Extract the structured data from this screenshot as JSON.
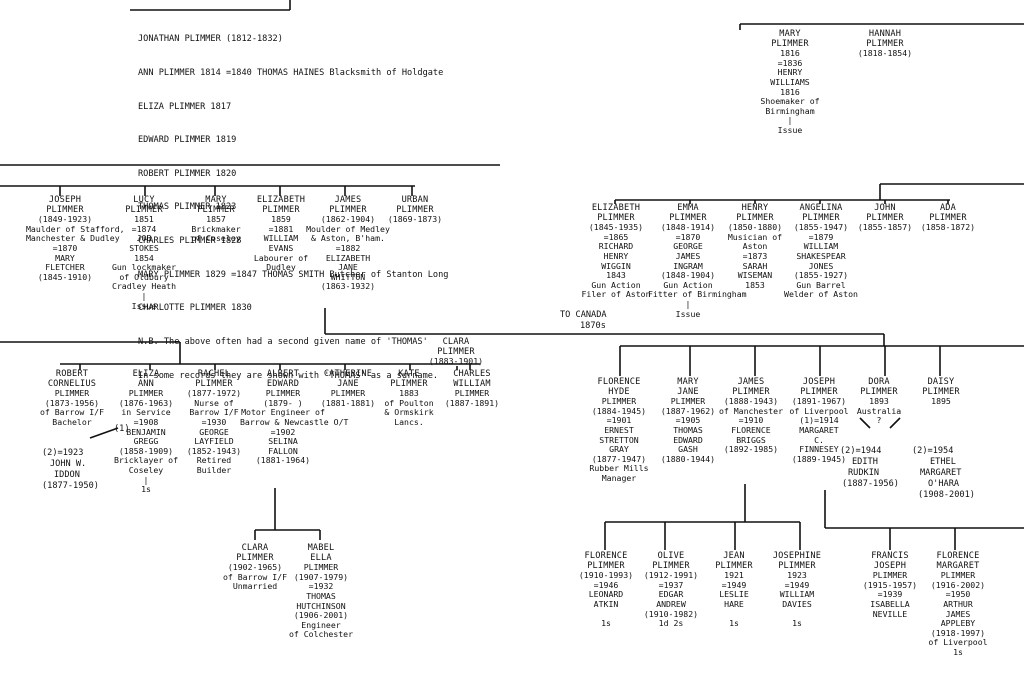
{
  "notes": {
    "lines": [
      "JONATHAN PLIMMER (1812-1832)",
      "ANN PLIMMER 1814 =1840 THOMAS HAINES Blacksmith of Holdgate",
      "ELIZA PLIMMER 1817",
      "EDWARD PLIMMER 1819",
      "ROBERT PLIMMER 1820",
      "THOMAS PLIMMER 1823",
      "CHARLES PLIMMER 1828",
      "MARY PLIMMER 1829 =1847 THOMAS SMITH Butcher of Stanton Long",
      "CHARLOTTE PLIMMER 1830",
      "N.B. The above often had a second given name of 'THOMAS'",
      "     In some records they are shown with 'THOMAS' as a surname."
    ]
  },
  "people": [
    {
      "id": "mary-1816",
      "lines": [
        "MARY",
        "PLIMMER",
        "1816",
        "=1836",
        "HENRY",
        "WILLIAMS",
        "1816",
        "Shoemaker of",
        "Birmingham",
        "|",
        "Issue"
      ]
    },
    {
      "id": "hannah",
      "lines": [
        "HANNAH",
        "PLIMMER",
        "(1818-1854)"
      ]
    },
    {
      "id": "joseph-1849",
      "lines": [
        "JOSEPH",
        "PLIMMER",
        "(1849-1923)",
        "Maulder of Stafford,",
        "Manchester & Dudley",
        "=1870",
        "MARY",
        "FLETCHER",
        "(1845-1910)"
      ]
    },
    {
      "id": "lucy",
      "lines": [
        "LUCY",
        "PLIMMER",
        "1851",
        "=1874",
        "JOB",
        "STOKES",
        "1854",
        "Gun lockmaker",
        "of Oldbury",
        "Cradley Heath",
        "|",
        "Issue"
      ]
    },
    {
      "id": "mary-1857",
      "lines": [
        "MARY",
        "PLIMMER",
        "1857",
        "Brickmaker",
        "of Coseley"
      ]
    },
    {
      "id": "elizabeth-1859",
      "lines": [
        "ELIZABETH",
        "PLIMMER",
        "1859",
        "=1881",
        "WILLIAM",
        "EVANS",
        "Labourer of",
        "Dudley"
      ]
    },
    {
      "id": "james-1862",
      "lines": [
        "JAMES",
        "PLIMMER",
        "(1862-1904)",
        "Moulder of Medley",
        "& Aston, B'ham.",
        "=1882",
        "ELIZABETH",
        "JANE",
        "WHITTON",
        "(1863-1932)"
      ]
    },
    {
      "id": "urban",
      "lines": [
        "URBAN",
        "PLIMMER",
        "(1869-1873)"
      ]
    },
    {
      "id": "elizabeth-1845",
      "lines": [
        "ELIZABETH",
        "PLIMMER",
        "(1845-1935)",
        "=1865",
        "RICHARD",
        "HENRY",
        "WIGGIN",
        "1843",
        "Gun Action",
        "Filer of Aston"
      ]
    },
    {
      "id": "emma",
      "lines": [
        "EMMA",
        "PLIMMER",
        "(1848-1914)",
        "=1870",
        "GEORGE",
        "JAMES",
        "INGRAM",
        "(1848-1904)",
        "Gun Action",
        "Fitter of Birmingham",
        "|",
        "Issue"
      ]
    },
    {
      "id": "henry",
      "lines": [
        "HENRY",
        "PLIMMER",
        "(1850-1880)",
        "Musician of",
        "Aston",
        "=1873",
        "SARAH",
        "WISEMAN",
        "1853"
      ]
    },
    {
      "id": "angelina",
      "lines": [
        "ANGELINA",
        "PLIMMER",
        "(1855-1947)",
        "=1879",
        "WILLIAM",
        "SHAKESPEAR",
        "JONES",
        "(1855-1927)",
        "Gun Barrel",
        "Welder of Aston"
      ]
    },
    {
      "id": "john",
      "lines": [
        "JOHN",
        "PLIMMER",
        "(1855-1857)"
      ]
    },
    {
      "id": "ada",
      "lines": [
        "ADA",
        "PLIMMER",
        "(1858-1872)"
      ]
    },
    {
      "id": "clara-1883",
      "lines": [
        "CLARA",
        "PLIMMER",
        "(1883-1901)"
      ]
    },
    {
      "id": "robert",
      "lines": [
        "ROBERT",
        "CORNELIUS",
        "PLIMMER",
        "(1873-1956)",
        "of Barrow I/F",
        "Bachelor"
      ]
    },
    {
      "id": "eliza-ann",
      "lines": [
        "ELIZA",
        "ANN",
        "PLIMMER",
        "(1876-1963)",
        "in Service",
        "=1908",
        "BENJAMIN",
        "GREGG",
        "(1858-1909)",
        "Bricklayer of",
        "Coseley",
        "|",
        "1s"
      ]
    },
    {
      "id": "rachel",
      "lines": [
        "RACHEL",
        "PLIMMER",
        "(1877-1972)",
        "Nurse of",
        "Barrow I/F",
        "=1930",
        "GEORGE",
        "LAYFIELD",
        "(1852-1943)",
        "Retired",
        "Builder"
      ]
    },
    {
      "id": "albert",
      "lines": [
        "ALBERT",
        "EDWARD",
        "PLIMMER",
        "(1879-  )",
        "Motor Engineer of",
        "Barrow & Newcastle O/T",
        "=1902",
        "SELINA",
        "FALLON",
        "(1881-1964)"
      ]
    },
    {
      "id": "catherine",
      "lines": [
        "CATHERINE",
        "JANE",
        "PLIMMER",
        "(1881-1881)"
      ]
    },
    {
      "id": "kate",
      "lines": [
        "KATE",
        "PLIMMER",
        "1883",
        "of Poulton",
        "& Ormskirk",
        "Lancs."
      ]
    },
    {
      "id": "charles-william",
      "lines": [
        "CHARLES",
        "WILLIAM",
        "PLIMMER",
        "(1887-1891)"
      ]
    },
    {
      "id": "florence-hyde",
      "lines": [
        "FLORENCE",
        "HYDE",
        "PLIMMER",
        "(1884-1945)",
        "=1901",
        "ERNEST",
        "STRETTON",
        "GRAY",
        "(1877-1947)",
        "Rubber Mills",
        "Manager"
      ]
    },
    {
      "id": "mary-jane",
      "lines": [
        "MARY",
        "JANE",
        "PLIMMER",
        "(1887-1962)",
        "=1905",
        "THOMAS",
        "EDWARD",
        "GASH",
        "(1880-1944)"
      ]
    },
    {
      "id": "james-1888",
      "lines": [
        "JAMES",
        "PLIMMER",
        "(1888-1943)",
        "of Manchester",
        "=1910",
        "FLORENCE",
        "BRIGGS",
        "(1892-1985)"
      ]
    },
    {
      "id": "joseph-1891",
      "lines": [
        "JOSEPH",
        "PLIMMER",
        "(1891-1967)",
        "of Liverpool",
        "(1)=1914",
        "MARGARET",
        "C.",
        "FINNESEY",
        "(1889-1945)"
      ]
    },
    {
      "id": "dora",
      "lines": [
        "DORA",
        "PLIMMER",
        "1893",
        "Australia",
        "?"
      ]
    },
    {
      "id": "daisy",
      "lines": [
        "DAISY",
        "PLIMMER",
        "1895"
      ]
    },
    {
      "id": "clara-1902",
      "lines": [
        "CLARA",
        "PLIMMER",
        "(1902-1965)",
        "of Barrow I/F",
        "Unmarried"
      ]
    },
    {
      "id": "mabel",
      "lines": [
        "MABEL",
        "ELLA",
        "PLIMMER",
        "(1907-1979)",
        "=1932",
        "THOMAS",
        "HUTCHINSON",
        "(1906-2001)",
        "Engineer",
        "of Colchester"
      ]
    },
    {
      "id": "florence-1910",
      "lines": [
        "FLORENCE",
        "PLIMMER",
        "(1910-1993)",
        "=1946",
        "LEONARD",
        "ATKIN",
        "",
        "1s"
      ]
    },
    {
      "id": "olive",
      "lines": [
        "OLIVE",
        "PLIMMER",
        "(1912-1991)",
        "=1937",
        "EDGAR",
        "ANDREW",
        "(1910-1982)",
        "1d 2s"
      ]
    },
    {
      "id": "jean",
      "lines": [
        "JEAN",
        "PLIMMER",
        "1921",
        "=1949",
        "LESLIE",
        "HARE",
        "",
        "1s"
      ]
    },
    {
      "id": "josephine",
      "lines": [
        "JOSEPHINE",
        "PLIMMER",
        "1923",
        "=1949",
        "WILLIAM",
        "DAVIES",
        "",
        "1s"
      ]
    },
    {
      "id": "francis",
      "lines": [
        "FRANCIS",
        "JOSEPH",
        "PLIMMER",
        "(1915-1957)",
        "=1939",
        "ISABELLA",
        "NEVILLE"
      ]
    },
    {
      "id": "florence-margaret",
      "lines": [
        "FLORENCE",
        "MARGARET",
        "PLIMMER",
        "(1916-2002)",
        "=1950",
        "ARTHUR",
        "JAMES",
        "APPLEBY",
        "(1918-1997)",
        "of Liverpool",
        "1s"
      ]
    }
  ],
  "free_texts": {
    "to_canada": "TO CANADA",
    "canada_year": "1870s",
    "robert_marriage": "(2)=1923",
    "robert_spouse": "JOHN W.",
    "robert_spouse2": "IDDON",
    "robert_spouse_dates": "(1877-1950)",
    "eliza_first": "(1)",
    "joseph_second": "(2)=1944",
    "joseph_second_spouse": "EDITH",
    "joseph_second_spouse2": "RUDKIN",
    "joseph_second_dates": "(1887-1956)",
    "dora_marriage": "(2)=1954",
    "dora_spouse": "ETHEL",
    "dora_spouse2": "MARGARET",
    "dora_spouse3": "O'HARA",
    "dora_spouse_dates": "(1908-2001)"
  }
}
